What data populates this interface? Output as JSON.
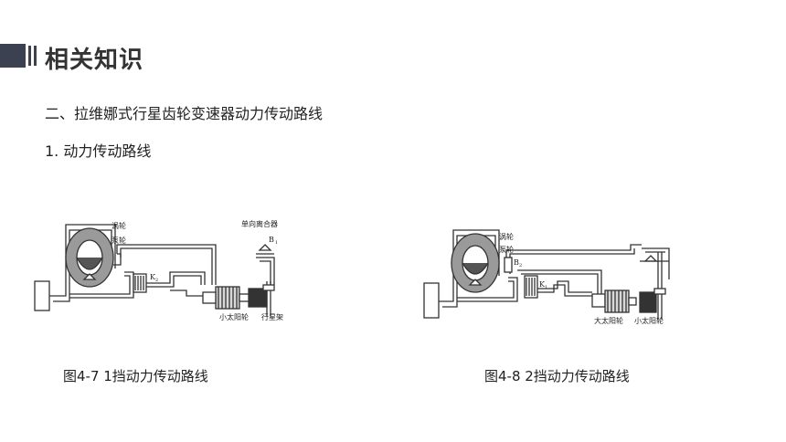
{
  "header": {
    "title": "相关知识"
  },
  "content": {
    "subtitle": "二、拉维娜式行星齿轮变速器动力传动路线",
    "subhead": "1. 动力传动路线"
  },
  "figures": [
    {
      "caption": "图4-7  1挡动力传动路线",
      "labels": {
        "turbine": "涡轮",
        "pump": "泵轮",
        "one_way_clutch": "单向离合器",
        "b1": "B",
        "b1_sub": "1",
        "k2": "K",
        "k2_sub": "2",
        "small_sun": "小太阳轮",
        "carrier": "行星架"
      }
    },
    {
      "caption": "图4-8 2挡动力传动路线",
      "labels": {
        "turbine": "涡轮",
        "pump": "泵轮",
        "b2": "B",
        "b2_sub": "2",
        "k1": "K",
        "k1_sub": "1",
        "large_sun": "大太阳轮",
        "small_sun": "小太阳轮"
      }
    }
  ],
  "colors": {
    "header_bar": "#3b4150",
    "line": "#333333"
  }
}
